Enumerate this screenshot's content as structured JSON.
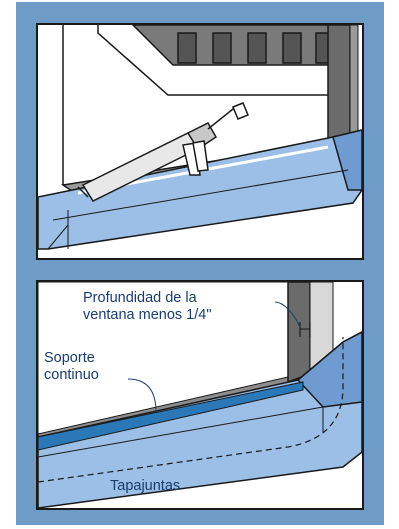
{
  "colors": {
    "frame": "#6f9cc6",
    "flashing": "#9bbfe6",
    "flashing_dark": "#6f9bd0",
    "wall": "#8c8c8c",
    "support": "#2a78b8",
    "label_text": "#1a3d6e"
  },
  "panels": [
    {
      "caption": "",
      "depicts": "caulk-gun-applying-sealant"
    },
    {
      "caption": "",
      "labels": {
        "depth": [
          "Profundidad de la",
          "ventana menos 1/4\""
        ],
        "support": [
          "Soporte",
          "continuo"
        ],
        "flashing": "Tapajuntas"
      }
    }
  ]
}
